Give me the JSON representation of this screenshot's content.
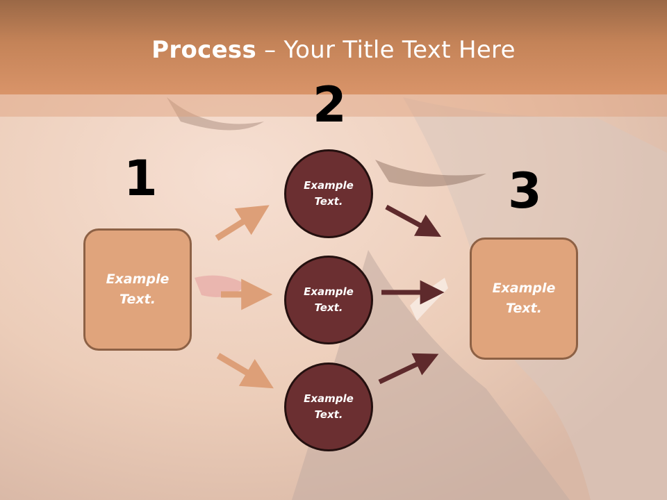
{
  "title": {
    "bold": "Process",
    "rest": " – Your Title Text Here"
  },
  "steps": {
    "one": "1",
    "two": "2",
    "three": "3"
  },
  "left_box": {
    "line1": "Example",
    "line2": "Text."
  },
  "right_box": {
    "line1": "Example",
    "line2": "Text."
  },
  "circles": [
    {
      "line1": "Example",
      "line2": "Text."
    },
    {
      "line1": "Example",
      "line2": "Text."
    },
    {
      "line1": "Example",
      "line2": "Text."
    }
  ],
  "colors": {
    "header": "#c48358",
    "box": "#e0a47c",
    "circle": "#6b2f31",
    "arrow_light": "#dd9f78",
    "arrow_dark": "#5e2a2c"
  }
}
